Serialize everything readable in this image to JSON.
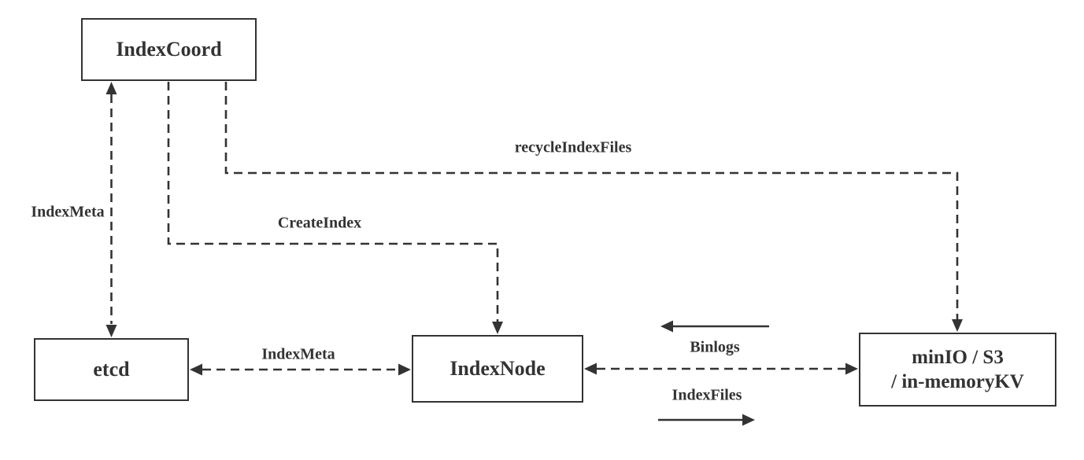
{
  "colors": {
    "line": "#333333",
    "text": "#333333",
    "background": "#ffffff"
  },
  "nodes": {
    "index_coord": {
      "label": "IndexCoord"
    },
    "etcd": {
      "label": "etcd"
    },
    "index_node": {
      "label": "IndexNode"
    },
    "storage": {
      "label_line1": "minIO / S3",
      "label_line2": "/ in-memoryKV"
    }
  },
  "edges": {
    "index_meta_coord_etcd": {
      "label": "IndexMeta",
      "style": "dashed",
      "direction": "bidirectional"
    },
    "create_index": {
      "label": "CreateIndex",
      "style": "dashed",
      "direction": "to-indexnode"
    },
    "recycle_index_files": {
      "label": "recycleIndexFiles",
      "style": "dashed",
      "direction": "to-storage"
    },
    "index_meta_etcd_indexnode": {
      "label": "IndexMeta",
      "style": "dashed",
      "direction": "bidirectional"
    },
    "binlogs": {
      "label": "Binlogs",
      "style": "solid",
      "direction": "to-indexnode"
    },
    "index_files": {
      "label": "IndexFiles",
      "style": "solid",
      "direction": "to-storage"
    }
  }
}
